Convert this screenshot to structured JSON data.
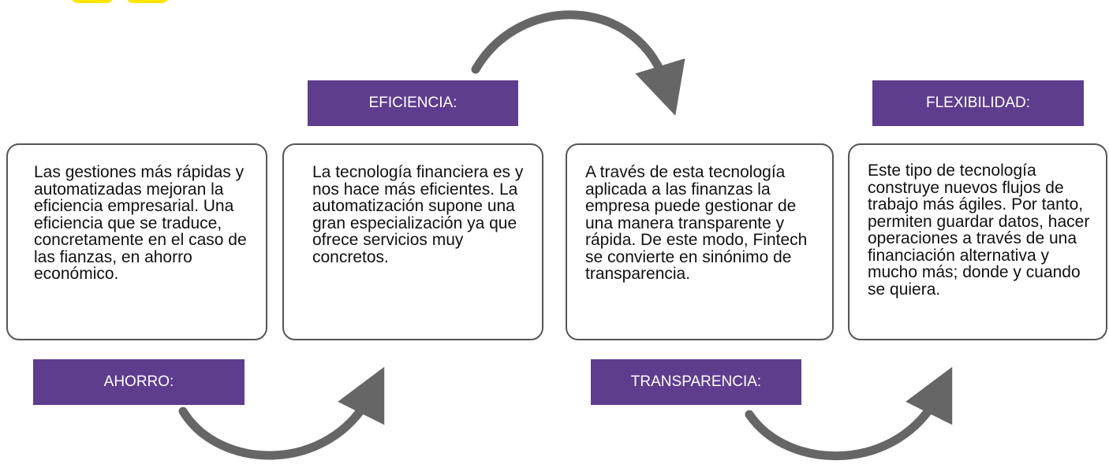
{
  "colors": {
    "label_background": "#5e3d8e",
    "label_text": "#ffffff",
    "card_border": "#555555",
    "arrow": "#666666",
    "logo_accent": "#ffe600"
  },
  "labels": {
    "ahorro": "AHORRO:",
    "eficiencia": "EFICIENCIA:",
    "transparencia": "TRANSPARENCIA:",
    "flexibilidad": "FLEXIBILIDAD:"
  },
  "cards": {
    "card1": "Las gestiones más rápidas y automatizadas mejoran la eficiencia empresarial. Una eficiencia que se traduce, concretamente en el caso de las fianzas, en ahorro económico.",
    "card2": "La tecnología financiera es y nos hace más eficientes. La automatización supone una gran especialización ya que ofrece servicios muy concretos.",
    "card3": "A través de esta tecnología aplicada a las finanzas la empresa puede gestionar de una manera transparente y rápida. De este modo, Fintech se convierte en sinónimo de transparencia.",
    "card4": "Este tipo de tecnología construye nuevos flujos de trabajo más ágiles. Por tanto, permiten guardar datos, hacer operaciones a través de una financiación alternativa y mucho más; donde y cuando se quiera."
  },
  "icons": {
    "arrow": "curved-arrow-icon"
  }
}
